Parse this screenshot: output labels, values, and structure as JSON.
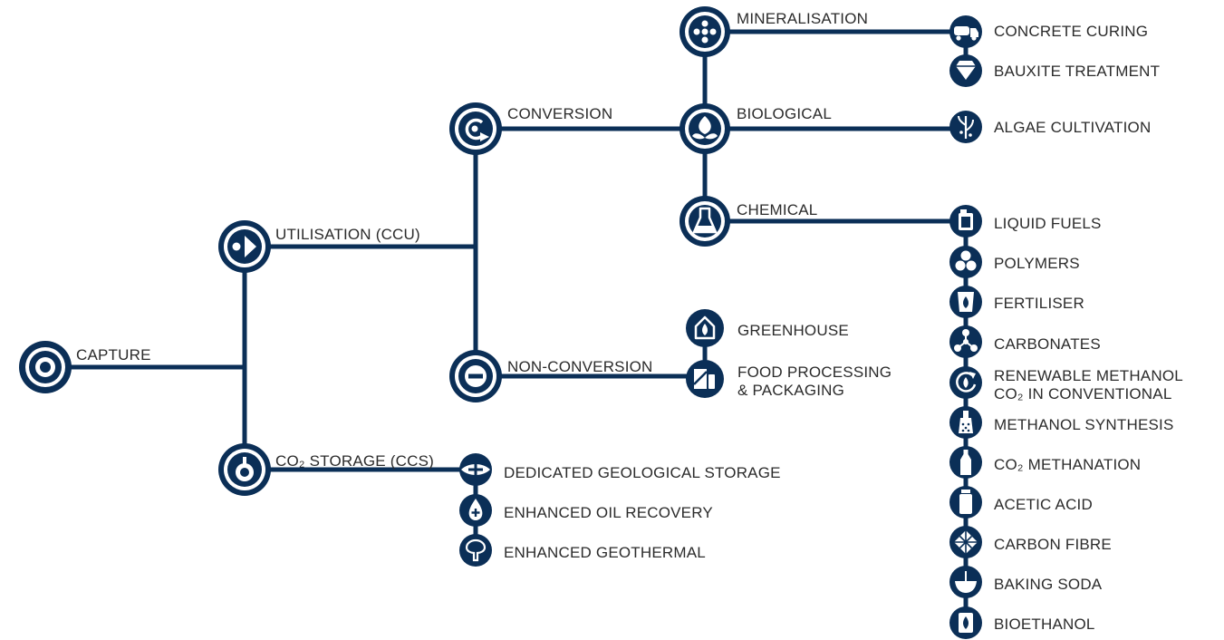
{
  "colors": {
    "navy": "#0b2f57",
    "text": "#2b2b2b",
    "background": "#ffffff"
  },
  "nodes": {
    "capture": {
      "label": "CAPTURE",
      "icon": "target-icon"
    },
    "utilisation": {
      "label": "UTILISATION (CCU)",
      "icon": "play-icon"
    },
    "storage": {
      "label": "CO₂ STORAGE (CCS)",
      "icon": "storage-target-icon"
    },
    "conversion": {
      "label": "CONVERSION",
      "icon": "cycle-arrow-icon"
    },
    "non_conversion": {
      "label": "NON-CONVERSION",
      "icon": "minus-icon"
    },
    "mineralisation": {
      "label": "MINERALISATION",
      "icon": "dots-icon"
    },
    "biological": {
      "label": "BIOLOGICAL",
      "icon": "leaf-icon"
    },
    "chemical": {
      "label": "CHEMICAL",
      "icon": "flask-icon"
    }
  },
  "non_conversion_items": [
    {
      "label": "GREENHOUSE",
      "icon": "greenhouse-icon"
    },
    {
      "label": "FOOD PROCESSING",
      "label2": "& PACKAGING",
      "icon": "food-packaging-icon"
    }
  ],
  "storage_items": [
    {
      "label": "DEDICATED GEOLOGICAL STORAGE",
      "icon": "geological-icon"
    },
    {
      "label": "ENHANCED OIL RECOVERY",
      "icon": "oil-drop-icon"
    },
    {
      "label": "ENHANCED GEOTHERMAL",
      "icon": "geothermal-icon"
    }
  ],
  "mineralisation_items": [
    {
      "label": "CONCRETE CURING",
      "icon": "concrete-truck-icon"
    },
    {
      "label": "BAUXITE TREATMENT",
      "icon": "gem-icon"
    }
  ],
  "biological_items": [
    {
      "label": "ALGAE CULTIVATION",
      "icon": "algae-icon"
    }
  ],
  "chemical_items": [
    {
      "label": "LIQUID FUELS",
      "icon": "fuel-can-icon"
    },
    {
      "label": "POLYMERS",
      "icon": "polymers-icon"
    },
    {
      "label": "FERTILISER",
      "icon": "fertiliser-bag-icon"
    },
    {
      "label": "CARBONATES",
      "icon": "molecule-icon"
    },
    {
      "label": "RENEWABLE METHANOL",
      "label2": "CO₂ IN CONVENTIONAL",
      "icon": "recycle-icon"
    },
    {
      "label": "METHANOL SYNTHESIS",
      "icon": "synthesis-icon"
    },
    {
      "label": "CO₂ METHANATION",
      "icon": "bottle-icon"
    },
    {
      "label": "ACETIC ACID",
      "icon": "jar-icon"
    },
    {
      "label": "CARBON FIBRE",
      "icon": "fibre-icon"
    },
    {
      "label": "BAKING SODA",
      "icon": "bowl-icon"
    },
    {
      "label": "BIOETHANOL",
      "icon": "bioethanol-icon"
    }
  ]
}
